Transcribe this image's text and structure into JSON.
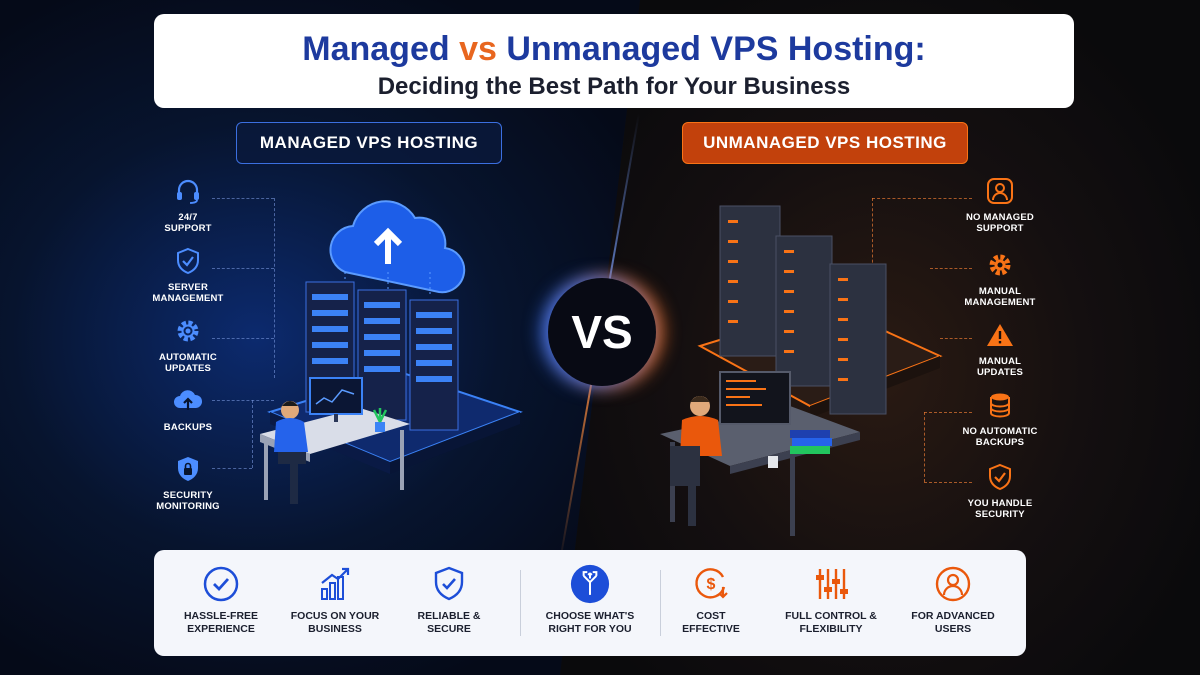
{
  "title": {
    "part1": "Managed",
    "vs": "vs",
    "part2": "Unmanaged VPS Hosting:",
    "subtitle": "Deciding the Best Path for Your Business"
  },
  "left_header": "MANAGED VPS HOSTING",
  "right_header": "UNMANAGED VPS HOSTING",
  "vs_label": "VS",
  "left_features": [
    {
      "line1": "24/7",
      "line2": "SUPPORT",
      "icon": "headset-icon"
    },
    {
      "line1": "SERVER",
      "line2": "MANAGEMENT",
      "icon": "shield-check-icon"
    },
    {
      "line1": "AUTOMATIC",
      "line2": "UPDATES",
      "icon": "gear-icon"
    },
    {
      "line1": "BACKUPS",
      "line2": "",
      "icon": "cloud-upload-icon"
    },
    {
      "line1": "SECURITY",
      "line2": "MONITORING",
      "icon": "lock-shield-icon"
    }
  ],
  "right_features": [
    {
      "line1": "NO MANAGED",
      "line2": "SUPPORT",
      "icon": "user-icon"
    },
    {
      "line1": "MANUAL",
      "line2": "MANAGEMENT",
      "icon": "gear-icon"
    },
    {
      "line1": "MANUAL",
      "line2": "UPDATES",
      "icon": "warning-icon"
    },
    {
      "line1": "NO AUTOMATIC",
      "line2": "BACKUPS",
      "icon": "database-icon"
    },
    {
      "line1": "YOU HANDLE",
      "line2": "SECURITY",
      "icon": "shield-check-icon"
    }
  ],
  "bottom_items": [
    {
      "line1": "HASSLE-FREE",
      "line2": "EXPERIENCE",
      "icon": "check-circle-icon"
    },
    {
      "line1": "FOCUS ON YOUR",
      "line2": "BUSINESS",
      "icon": "growth-chart-icon"
    },
    {
      "line1": "RELIABLE &",
      "line2": "SECURE",
      "icon": "shield-check-icon"
    },
    {
      "line1": "CHOOSE WHAT'S",
      "line2": "RIGHT FOR YOU",
      "icon": "arrows-split-icon"
    },
    {
      "line1": "COST",
      "line2": "EFFECTIVE",
      "icon": "dollar-down-icon"
    },
    {
      "line1": "FULL CONTROL &",
      "line2": "FLEXIBILITY",
      "icon": "sliders-icon"
    },
    {
      "line1": "FOR ADVANCED",
      "line2": "USERS",
      "icon": "user-circle-icon"
    }
  ],
  "colors": {
    "managed_blue": "#1d3a9e",
    "accent_blue": "#3b82f6",
    "accent_orange": "#e8661f"
  }
}
